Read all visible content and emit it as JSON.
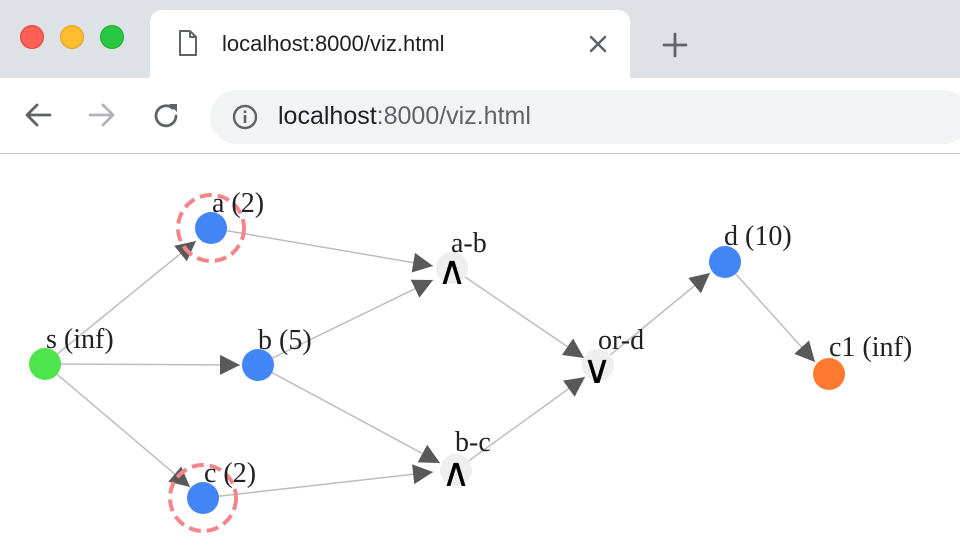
{
  "window": {
    "tab_title": "localhost:8000/viz.html",
    "url_host": "localhost",
    "url_path": ":8000/viz.html"
  },
  "graph": {
    "nodes": {
      "s": {
        "label": "s (inf)",
        "color": "#4ee44e"
      },
      "a": {
        "label": "a (2)",
        "color": "#4285f4",
        "highlighted": true
      },
      "b": {
        "label": "b (5)",
        "color": "#4285f4"
      },
      "c": {
        "label": "c (2)",
        "color": "#4285f4",
        "highlighted": true
      },
      "ab": {
        "label": "a-b",
        "symbol": "∧"
      },
      "bc": {
        "label": "b-c",
        "symbol": "∧"
      },
      "ord": {
        "label": "or-d",
        "symbol": "∨"
      },
      "d": {
        "label": "d (10)",
        "color": "#4285f4"
      },
      "c1": {
        "label": "c1 (inf)",
        "color": "#ff7a30"
      }
    },
    "edges": [
      [
        "s",
        "a"
      ],
      [
        "s",
        "b"
      ],
      [
        "s",
        "c"
      ],
      [
        "a",
        "a-b"
      ],
      [
        "b",
        "a-b"
      ],
      [
        "b",
        "b-c"
      ],
      [
        "c",
        "b-c"
      ],
      [
        "a-b",
        "or-d"
      ],
      [
        "b-c",
        "or-d"
      ],
      [
        "or-d",
        "d"
      ],
      [
        "d",
        "c1"
      ]
    ],
    "highlight_color": "#f4858a",
    "edge_color": "#bdbdbd"
  }
}
